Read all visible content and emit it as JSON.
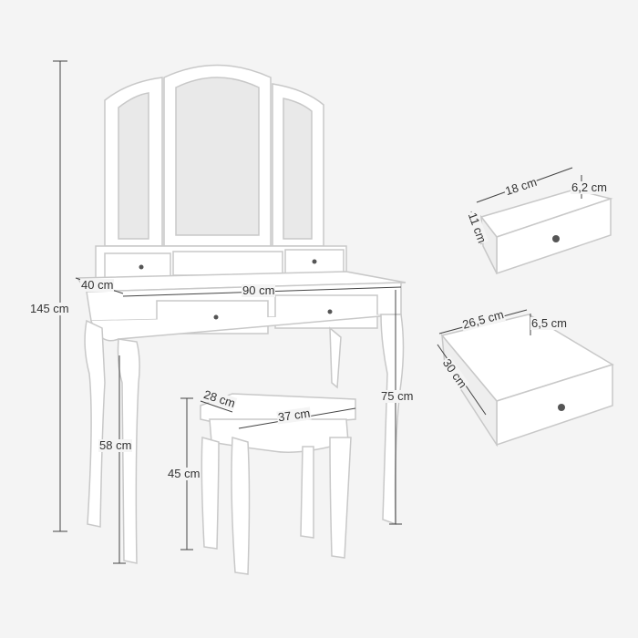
{
  "colors": {
    "background": "#f4f4f4",
    "furniture": "#ffffff",
    "outline": "#c8c8c8",
    "dimension_line": "#444444",
    "mirror": "#e9e9e9"
  },
  "dimensions": {
    "total_height": "145 cm",
    "table_depth": "40 cm",
    "table_width": "90 cm",
    "knee_height": "58 cm",
    "table_height": "75 cm",
    "stool_depth": "28 cm",
    "stool_width": "37 cm",
    "stool_height": "45 cm",
    "small_drawer_width": "18 cm",
    "small_drawer_height": "6,2 cm",
    "small_drawer_depth": "11 cm",
    "large_drawer_width": "26,5 cm",
    "large_drawer_height": "6,5 cm",
    "large_drawer_depth": "30 cm"
  }
}
